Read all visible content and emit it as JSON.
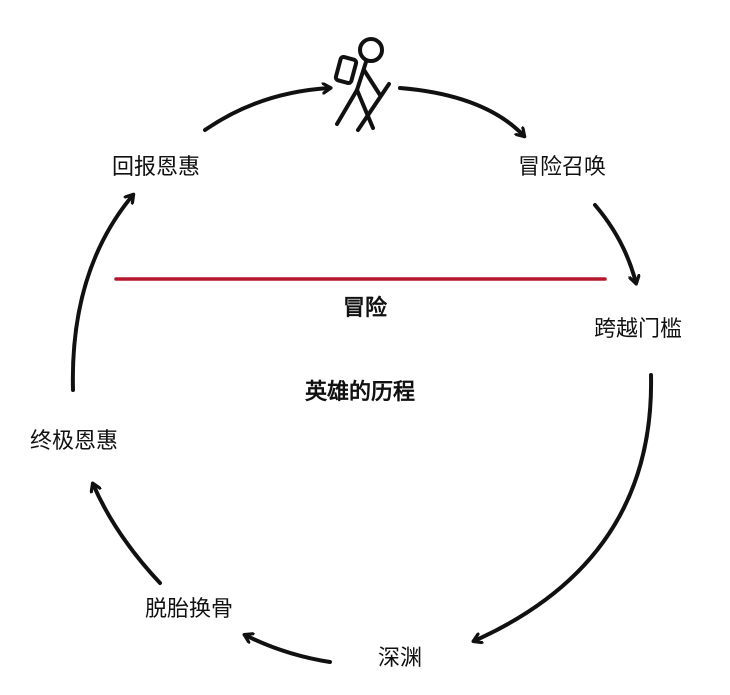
{
  "diagram": {
    "title": "英雄的历程",
    "threshold_label": "冒险",
    "colors": {
      "threshold_line": "#b5162b",
      "ink": "#111111"
    },
    "stages": [
      {
        "id": "call",
        "label": "冒险召唤"
      },
      {
        "id": "threshold",
        "label": "跨越门槛"
      },
      {
        "id": "abyss",
        "label": "深渊"
      },
      {
        "id": "transformation",
        "label": "脱胎换骨"
      },
      {
        "id": "ultimate-boon",
        "label": "终极恩惠"
      },
      {
        "id": "return-boon",
        "label": "回报恩惠"
      }
    ],
    "hero_icon": "hiker-icon"
  }
}
